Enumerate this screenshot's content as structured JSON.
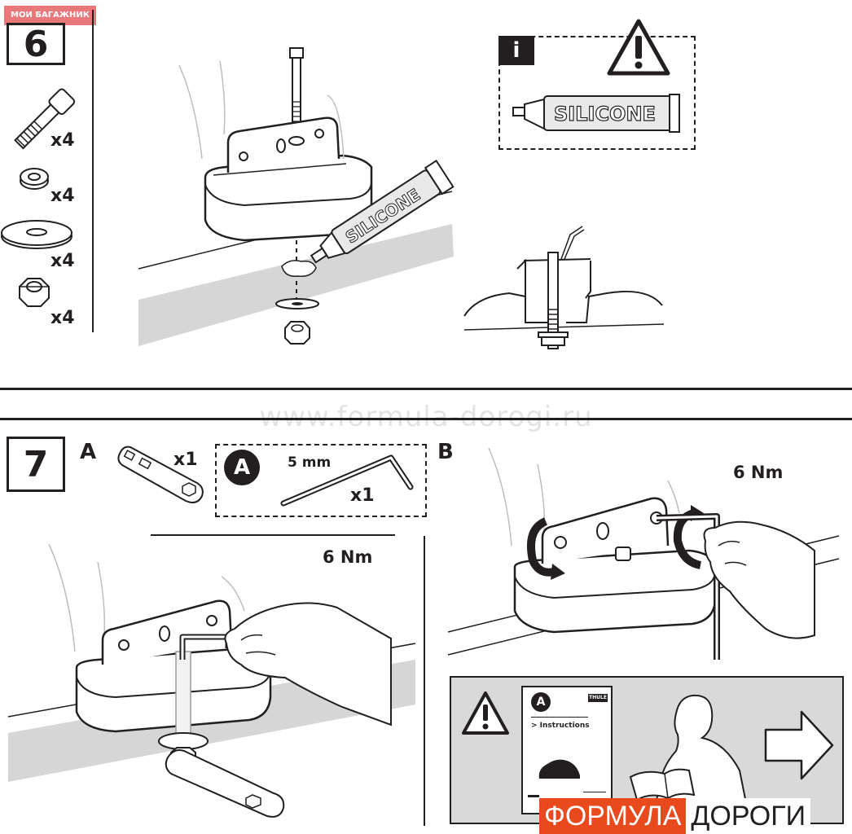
{
  "top_badge": "МОИ БАГАЖНИК",
  "watermark": "www.formula-dorogi.ru",
  "step6": {
    "number": "6",
    "parts": [
      {
        "icon": "bolt-icon",
        "qty": "x4"
      },
      {
        "icon": "washer-small-icon",
        "qty": "x4"
      },
      {
        "icon": "washer-large-icon",
        "qty": "x4"
      },
      {
        "icon": "nut-icon",
        "qty": "x4"
      }
    ],
    "tube_label": "SILICONE",
    "info_box": {
      "info_label": "i",
      "tube_label": "SILICONE"
    }
  },
  "step7": {
    "number": "7",
    "label_a": "A",
    "label_b": "B",
    "wrench_qty": "x1",
    "tool_box": {
      "badge": "A",
      "size": "5 mm",
      "qty": "x1"
    },
    "torque_a": "6 Nm",
    "torque_b": "6 Nm",
    "manual_panel": {
      "badge": "A",
      "title": "> Instructions",
      "brand": "THULE"
    }
  },
  "logo": {
    "part1": "ФОРМУЛА",
    "part2": "ДОРОГИ",
    "accent": "#e8491d"
  }
}
